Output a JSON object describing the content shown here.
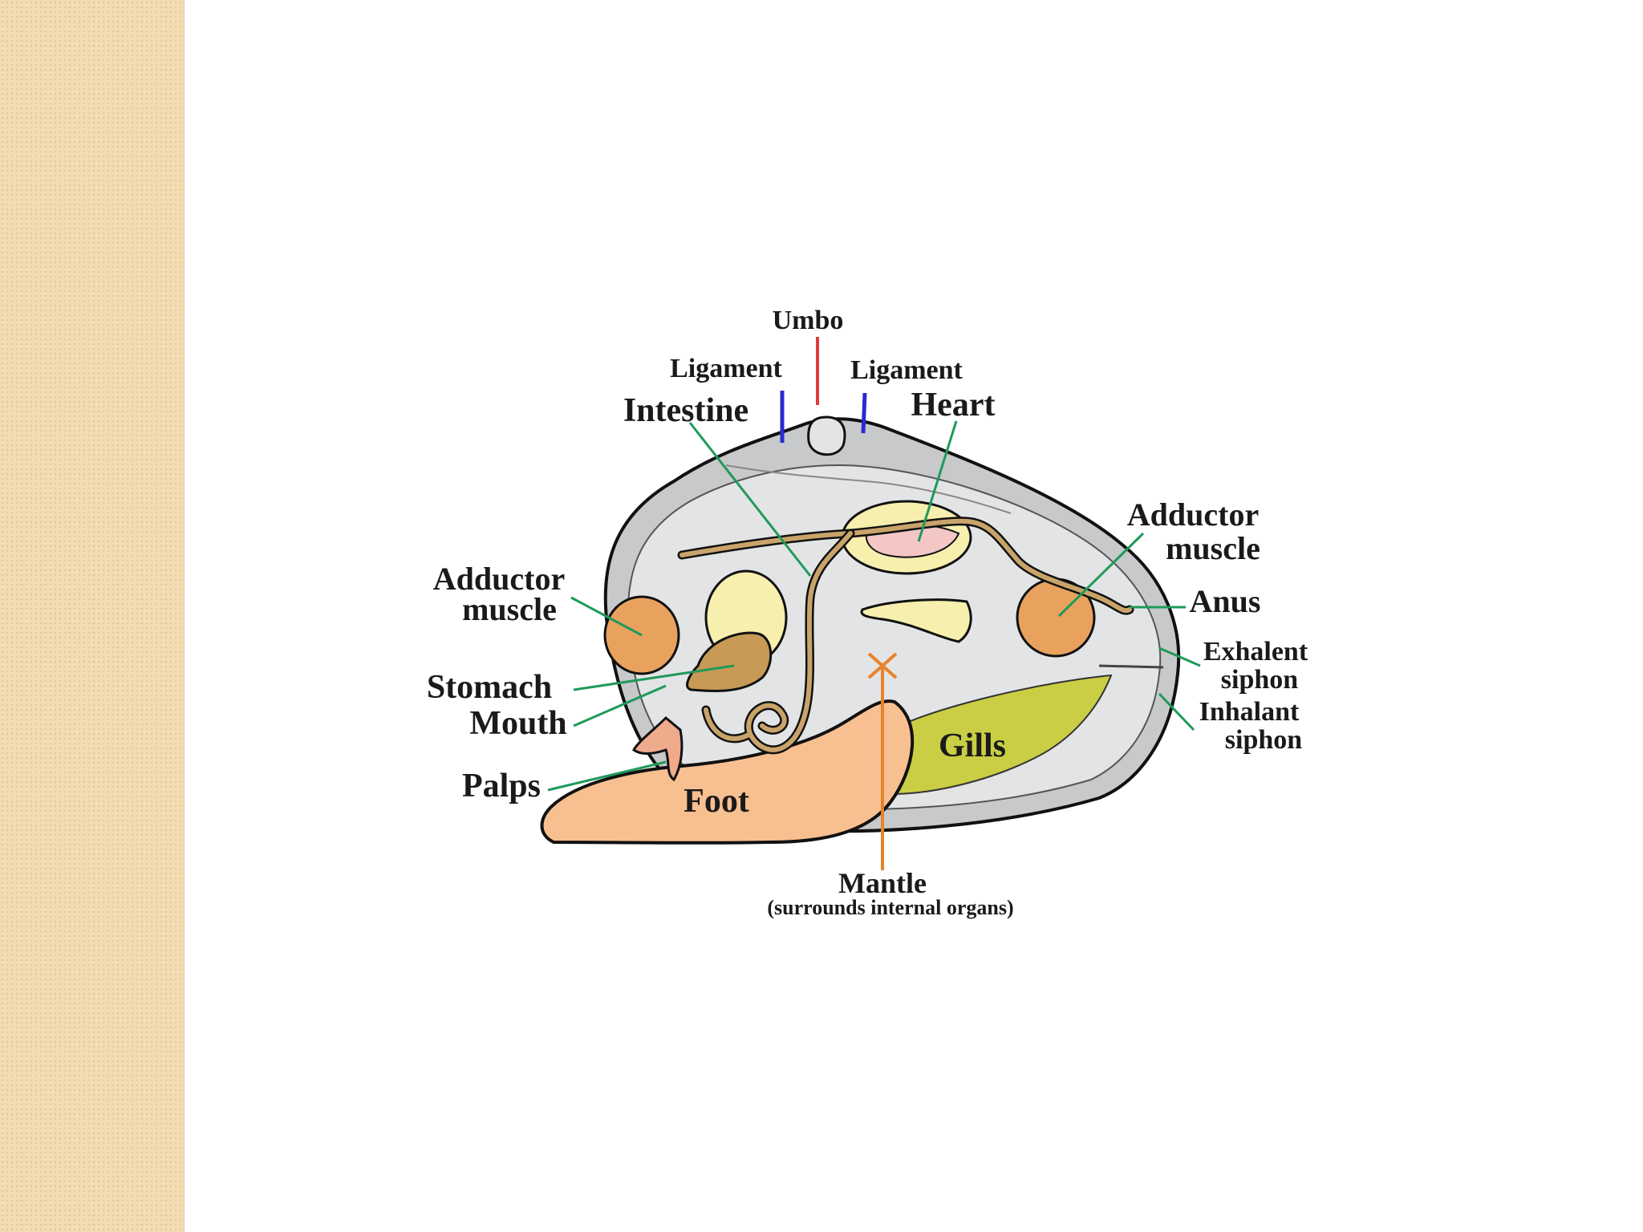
{
  "diagram": {
    "labels": {
      "umbo": "Umbo",
      "ligament_left": "Ligament",
      "ligament_right": "Ligament",
      "intestine": "Intestine",
      "heart": "Heart",
      "adductor_right_1": "Adductor",
      "adductor_right_2": "muscle",
      "adductor_left_1": "Adductor",
      "adductor_left_2": "muscle",
      "anus": "Anus",
      "exhalent_1": "Exhalent",
      "exhalent_2": "siphon",
      "inhalant_1": "Inhalant",
      "inhalant_2": "siphon",
      "stomach": "Stomach",
      "mouth": "Mouth",
      "palps": "Palps",
      "foot": "Foot",
      "gills": "Gills",
      "mantle": "Mantle",
      "mantle_note": "(surrounds internal organs)"
    },
    "colors": {
      "side_strip": "#f3dcb2",
      "shell": "#c8c9cb",
      "body_interior": "#e3e4e6",
      "adductor": "#e8a25e",
      "stomach": "#c79a55",
      "gonad": "#f6efae",
      "heart": "#f4c6c6",
      "gills": "#c9ce44",
      "foot": "#f8bf90",
      "intestine": "#c9a46a",
      "leader_lines": "#1f9a5a",
      "umbo_line": "#e23a3a",
      "ligament_lines": "#2a2ad0",
      "mantle_line": "#e8832a"
    }
  }
}
